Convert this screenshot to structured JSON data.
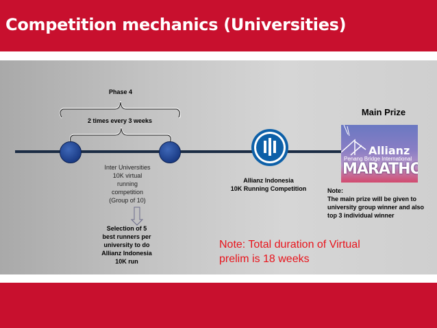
{
  "slide": {
    "title": "Competition mechanics (Universities)",
    "colors": {
      "brand_red": "#c8102e",
      "navy": "#1b3c86",
      "note_red": "#e8141c"
    }
  },
  "phase": {
    "label": "Phase 4",
    "frequency": "2  times every 3 weeks"
  },
  "inter_universities": {
    "lines": [
      "Inter Universities",
      "10K virtual",
      "running",
      "competition",
      "(Group of 10)"
    ]
  },
  "selection": {
    "lines": [
      "Selection of 5",
      "best runners per",
      "university to do",
      "Allianz Indonesia",
      "10K run"
    ]
  },
  "allianz_comp": {
    "lines": [
      "Allianz Indonesia",
      "10K Running Competition"
    ],
    "logo_icon": "allianz-logo-icon"
  },
  "main_prize": {
    "heading": "Main Prize",
    "poster": {
      "brand": "Allianz",
      "subtitle": "Penang Bridge International",
      "event": "MARATHON"
    }
  },
  "note": {
    "lines": [
      "Note:",
      "The main prize will be given to",
      "university group winner and also",
      "top 3 individual winner"
    ]
  },
  "duration_note": {
    "lines": [
      "Note: Total  duration of Virtual",
      "prelim is 18 weeks"
    ]
  }
}
